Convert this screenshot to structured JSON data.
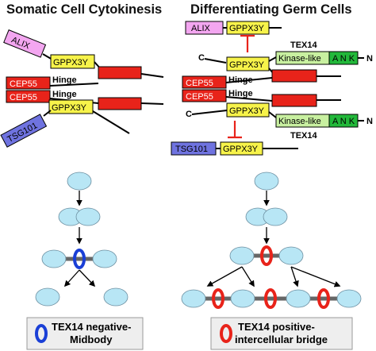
{
  "headers": {
    "left": "Somatic Cell Cytokinesis",
    "right": "Differentiating Germ Cells"
  },
  "proteins": {
    "alix": "ALIX",
    "gppx3y": "GPPX3Y",
    "cep55": "CEP55",
    "tsg101": "TSG101",
    "tex14": "TEX14",
    "kinase_like": "Kinase-like",
    "ank": "A N K",
    "hinge": "Hinge",
    "c_term": "C",
    "n_term": "N"
  },
  "legend": {
    "left_line1": "TEX14 negative-",
    "left_line2": "Midbody",
    "right_line1": "TEX14 positive-",
    "right_line2": "intercellular bridge"
  },
  "colors": {
    "alix": "#f3a6f0",
    "gppx3y": "#f7f34a",
    "cep55": "#e8231a",
    "tsg101": "#6f73e0",
    "kinase_like": "#c8f0a0",
    "ank": "#22b83a",
    "cell": "#b8e6f5",
    "midbody_ring": "#1a3fd6",
    "bridge_ring": "#e8231a",
    "bridge": "#666666",
    "inhibit": "#e8231a"
  }
}
